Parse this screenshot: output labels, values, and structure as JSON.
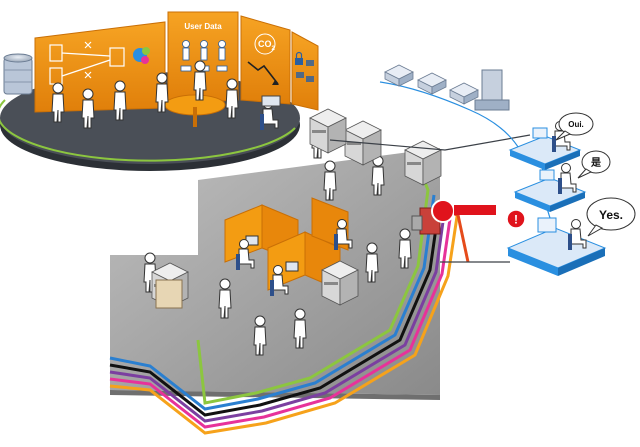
{
  "panels": {
    "user_data_title": "User Data",
    "co2_label": "CO",
    "co2_sub": "2"
  },
  "bubbles": [
    {
      "text": "Oui."
    },
    {
      "text": "是"
    },
    {
      "text": "Yes."
    }
  ],
  "alert": {
    "symbol": "!"
  },
  "colors": {
    "orange": "#f39c12",
    "platform": "#3c4148",
    "floor": "#9a9a9a",
    "network_blue": "#2a8fe0",
    "alert_red": "#e0131c",
    "lines": [
      "#111111",
      "#7b3fa0",
      "#e7329a",
      "#f6a21b",
      "#2a7fd0",
      "#8cc63f",
      "#e54b1b"
    ]
  }
}
